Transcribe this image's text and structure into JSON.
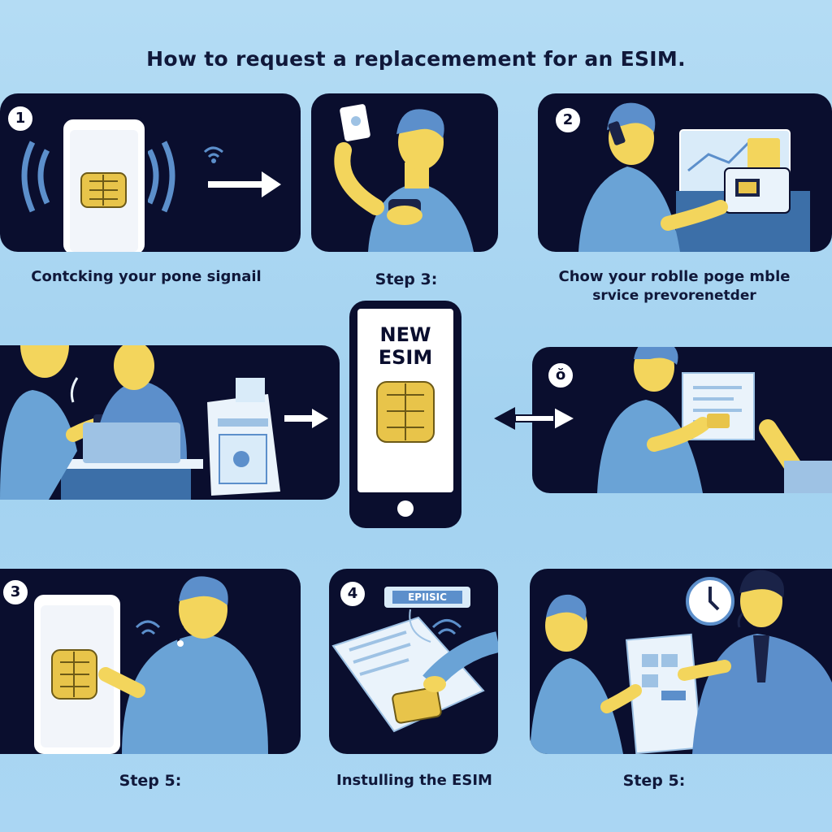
{
  "title": "How to request   a replacemement  for    an ESIM.",
  "panels": {
    "p1": {
      "number": "1"
    },
    "p3": {
      "number": "2"
    },
    "p6": {
      "number": "ŏ"
    },
    "p7": {
      "number": "3"
    },
    "p8": {
      "number": "4"
    }
  },
  "captions": {
    "c1": "Contcking your pone signail",
    "c2": "Step   3:",
    "c3_line1": "Chow your roblle  poge mble",
    "c3_line2": "srvice prevorenetder",
    "c4": "Step 5:",
    "c5": "Instulling the ESIM",
    "c6": "Step 5:"
  },
  "center_phone": {
    "line1": "NEW",
    "line2": "ESIM"
  },
  "panel8_label": "EPIISIC",
  "colors": {
    "panel": "#0a0e2e",
    "background": "#a9d6f2",
    "shirt": "#6aa3d6",
    "skin": "#f3d55c",
    "chip": "#e8c44a"
  }
}
